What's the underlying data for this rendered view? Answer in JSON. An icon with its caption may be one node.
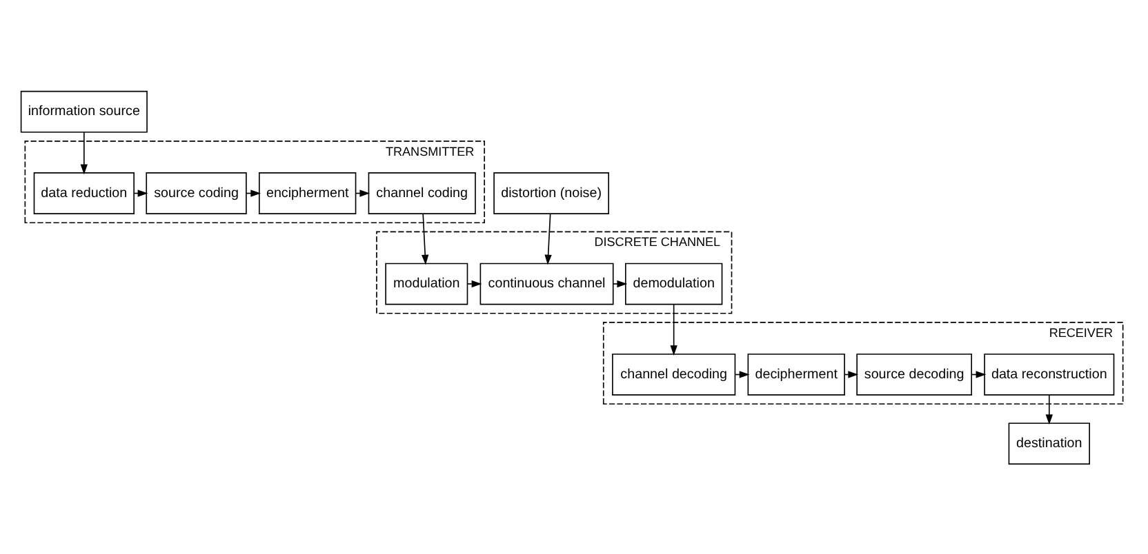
{
  "diagram": {
    "nodes": [
      {
        "text": [
          "information source"
        ]
      },
      {
        "text": [
          "TRANSMITTER"
        ]
      },
      {
        "text": [
          "data reduction"
        ],
        "in": 1
      },
      {
        "text": [
          "source coding"
        ],
        "in": 1
      },
      {
        "text": [
          "encipherment"
        ],
        "in": 1
      },
      {
        "text": [
          "channel coding"
        ],
        "in": 1
      },
      {
        "text": [
          "DISCRETE CHANNEL"
        ]
      },
      {
        "text": [
          "modulation"
        ],
        "in": 6
      },
      {
        "text": [
          "continuous channel"
        ],
        "in": 6
      },
      {
        "text": [
          "distortion (noise)"
        ]
      },
      {
        "text": [
          "destination"
        ]
      },
      {
        "text": [
          "RECEIVER"
        ]
      },
      {
        "text": [
          "data reconstruction"
        ],
        "in": 11
      },
      {
        "text": [
          "source decoding"
        ],
        "in": 11
      },
      {
        "text": [
          "decipherment"
        ],
        "in": 11
      },
      {
        "text": [
          "channel decoding"
        ],
        "in": 11
      },
      {
        "text": [
          "demodulation"
        ],
        "in": 6
      }
    ],
    "edges": [
      {
        "from": 0,
        "to": 2,
        "arrow": "to"
      },
      {
        "from": 2,
        "to": 3,
        "arrow": "to"
      },
      {
        "from": 3,
        "to": 4,
        "arrow": "to"
      },
      {
        "from": 4,
        "to": 5,
        "arrow": "to"
      },
      {
        "from": 5,
        "to": 7,
        "arrow": "to"
      },
      {
        "from": 7,
        "to": 8,
        "arrow": "to"
      },
      {
        "from": 9,
        "to": 8,
        "arrow": "to"
      },
      {
        "from": 8,
        "to": 16,
        "arrow": "to"
      },
      {
        "from": 16,
        "to": 15,
        "arrow": "to"
      },
      {
        "from": 15,
        "to": 14,
        "arrow": "to"
      },
      {
        "from": 14,
        "to": 13,
        "arrow": "to"
      },
      {
        "from": 13,
        "to": 12,
        "arrow": "to"
      },
      {
        "from": 12,
        "to": 10,
        "arrow": "to"
      }
    ]
  }
}
